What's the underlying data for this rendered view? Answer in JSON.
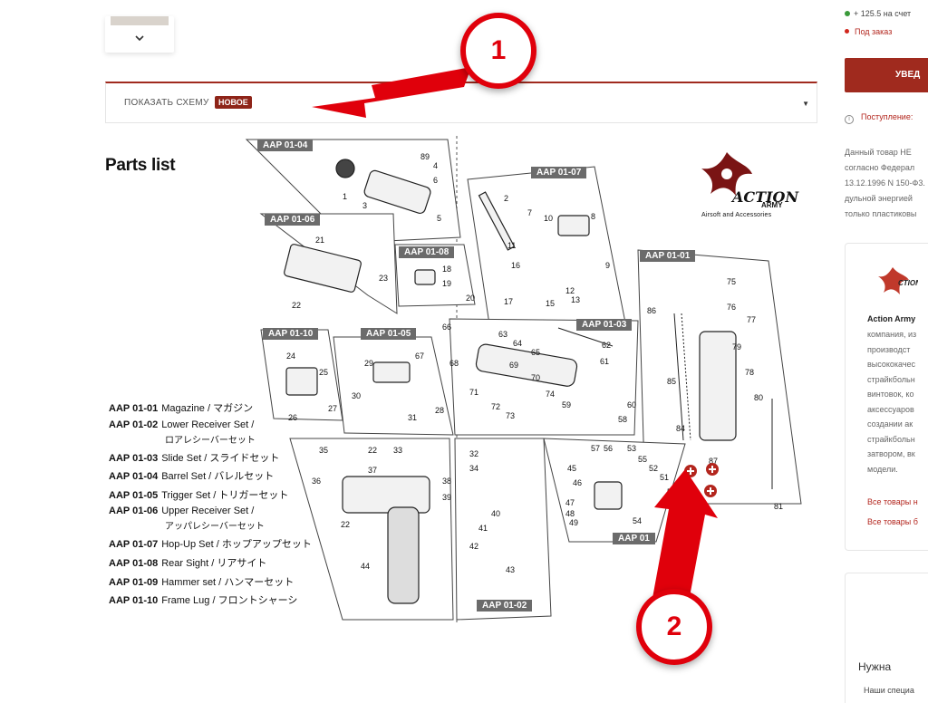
{
  "gallery": {
    "collapse_icon": "chevron-down-icon"
  },
  "schema_toggle": {
    "label": "ПОКАЗАТЬ СХЕМУ",
    "badge": "НОВОЕ"
  },
  "diagram": {
    "title": "Parts list",
    "brand": {
      "name": "ACTION",
      "army": "ARMY",
      "tagline": "Airsoft and Accessories"
    },
    "legend": [
      {
        "code": "AAP 01-01",
        "name": "Magazine / マガジン"
      },
      {
        "code": "AAP 01-02",
        "name": "Lower Receiver Set /",
        "name2": "ロアレシーバーセット"
      },
      {
        "code": "AAP 01-03",
        "name": "Slide Set / スライドセット"
      },
      {
        "code": "AAP 01-04",
        "name": "Barrel Set / バレルセット"
      },
      {
        "code": "AAP 01-05",
        "name": "Trigger Set / トリガーセット"
      },
      {
        "code": "AAP 01-06",
        "name": "Upper Receiver Set /",
        "name2": "アッパレシーバーセット"
      },
      {
        "code": "AAP 01-07",
        "name": "Hop-Up Set / ホップアップセット"
      },
      {
        "code": "AAP 01-08",
        "name": "Rear Sight / リアサイト"
      },
      {
        "code": "AAP 01-09",
        "name": "Hammer set / ハンマーセット"
      },
      {
        "code": "AAP 01-10",
        "name": "Frame Lug / フロントシャーシ"
      }
    ],
    "panels": {
      "p0104": "AAP 01-04",
      "p0106": "AAP 01-06",
      "p0108": "AAP 01-08",
      "p0107": "AAP 01-07",
      "p0101": "AAP 01-01",
      "p0110": "AAP 01-10",
      "p0105": "AAP 01-05",
      "p0103": "AAP 01-03",
      "p0102": "AAP 01-02",
      "p0109": "AAP 01"
    }
  },
  "annotations": [
    {
      "label": "1"
    },
    {
      "label": "2"
    }
  ],
  "sidebar": {
    "bonus": "+ 125.5 на счет",
    "order_status": "Под заказ",
    "notify_button": "УВЕД",
    "arrival": "Поступление:",
    "legal_lines": [
      "Данный товар НЕ",
      "согласно Федерал",
      "13.12.1996 N 150-Ф3.",
      "дульной энергией",
      "только пластиковы"
    ],
    "brand_card": {
      "title": "Action Army",
      "text_lines": [
        "компания, из",
        "производст",
        "высококачес",
        "страйкбольн",
        "винтовок, ко",
        "аксессуаров",
        "создании ак",
        "страйкбольн",
        "затвором, вк",
        "модели."
      ],
      "link_all": "Все товары н",
      "link_all2": "Все товары б"
    },
    "help": {
      "title": "Нужна",
      "text": "Наши специа"
    }
  },
  "colors": {
    "accent": "#a02a1e",
    "annotation": "#e0000b",
    "panel_tag": "#6b6b6b"
  }
}
